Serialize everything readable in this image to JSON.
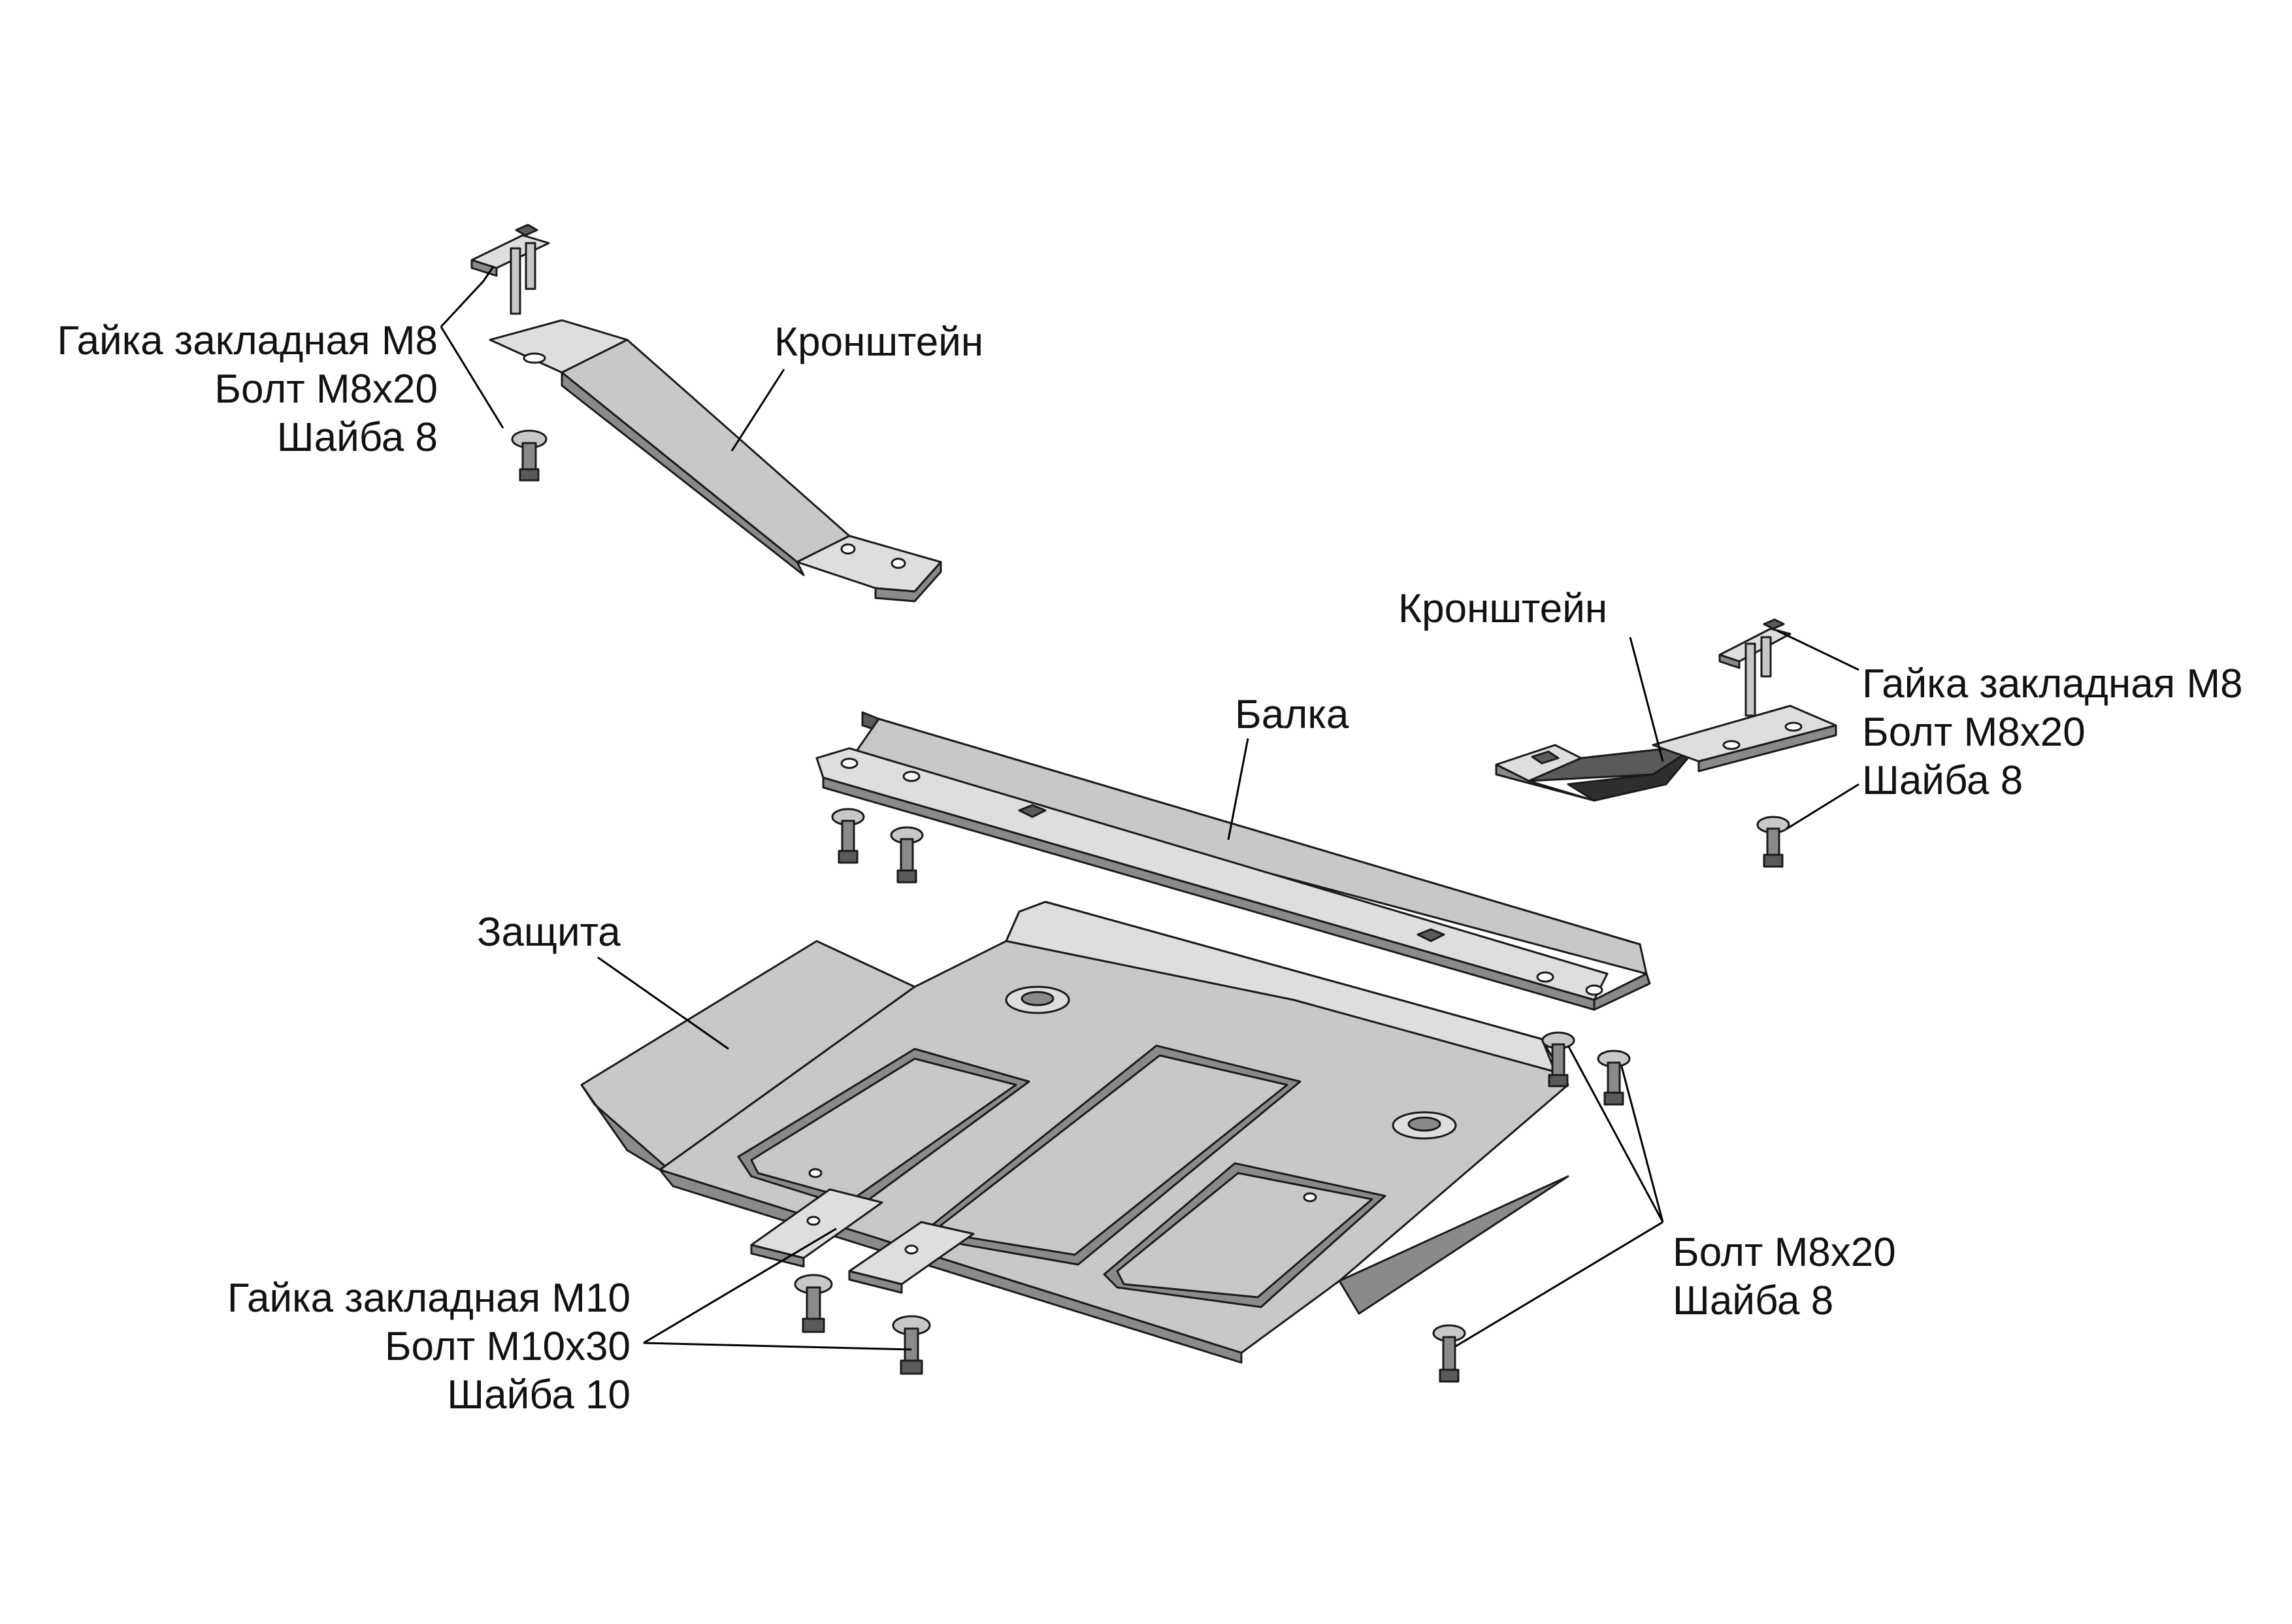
{
  "colors": {
    "part_fill": "#c8c8c8",
    "part_light": "#dedede",
    "part_dark": "#8a8a8a",
    "part_darker": "#5a5a5a",
    "stroke": "#1a1a1a",
    "leader": "#000000",
    "text": "#111111"
  },
  "labels": {
    "bracket_left": "Кронштейн",
    "bracket_right": "Кронштейн",
    "beam": "Балка",
    "guard": "Защита",
    "fasteners_top_left": [
      "Гайка закладная М8",
      "Болт М8х20",
      "Шайба 8"
    ],
    "fasteners_right": [
      "Гайка закладная М8",
      "Болт М8х20",
      "Шайба 8"
    ],
    "fasteners_bottom_right": [
      "Болт М8х20",
      "Шайба 8"
    ],
    "fasteners_bottom_left": [
      "Гайка закладная М10",
      "Болт М10х30",
      "Шайба 10"
    ]
  }
}
